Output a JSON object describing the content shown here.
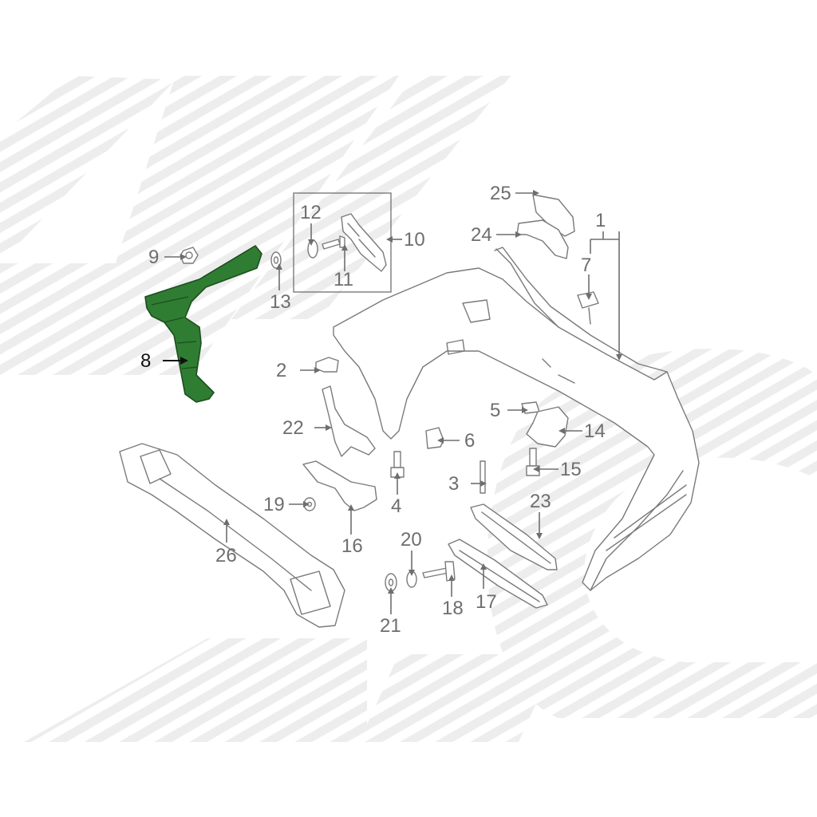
{
  "diagram": {
    "highlight_color": "#2f7d32",
    "line_color": "#7a7a7a",
    "highlighted_part": "8",
    "callouts": {
      "c1": "1",
      "c2": "2",
      "c3": "3",
      "c4": "4",
      "c5": "5",
      "c6": "6",
      "c7": "7",
      "c8": "8",
      "c9": "9",
      "c10": "10",
      "c11": "11",
      "c12": "12",
      "c13": "13",
      "c14": "14",
      "c15": "15",
      "c16": "16",
      "c17": "17",
      "c18": "18",
      "c19": "19",
      "c20": "20",
      "c21": "21",
      "c22": "22",
      "c23": "23",
      "c24": "24",
      "c25": "25",
      "c26": "26"
    }
  }
}
